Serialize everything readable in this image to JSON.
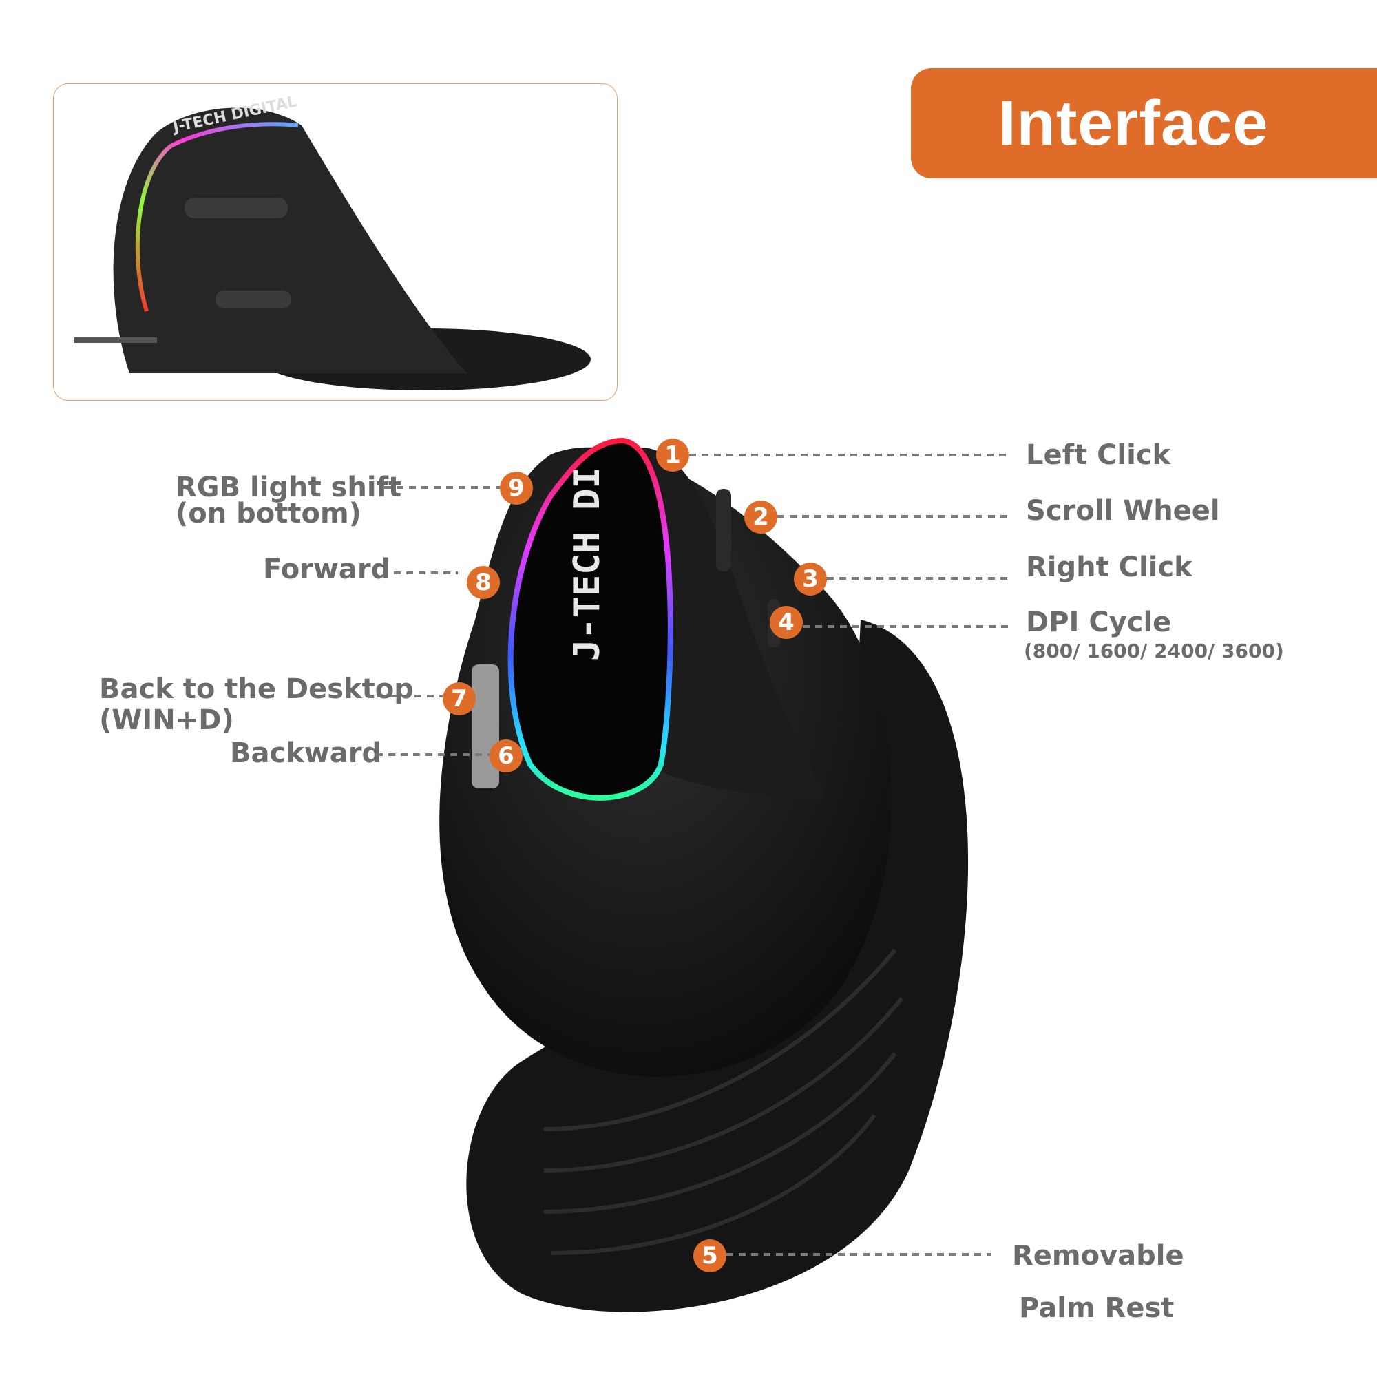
{
  "banner": {
    "title": "Interface",
    "color": "#e06c2a"
  },
  "thumbnail": {
    "logo_text": "J-TECH DIGITAL"
  },
  "mouse": {
    "logo_text": "J-TECH DI"
  },
  "accent_color": "#e06c2a",
  "callouts": [
    {
      "number": "1",
      "label": "Left Click"
    },
    {
      "number": "2",
      "label": "Scroll Wheel"
    },
    {
      "number": "3",
      "label": "Right Click"
    },
    {
      "number": "4",
      "label": "DPI Cycle",
      "sublabel": "(800/ 1600/ 2400/ 3600)"
    },
    {
      "number": "5",
      "label": "Removable",
      "sublabel": "Palm Rest"
    },
    {
      "number": "6",
      "label": "Backward"
    },
    {
      "number": "7",
      "label": "Back to the Desktop",
      "sublabel": "(WIN+D)"
    },
    {
      "number": "8",
      "label": "Forward"
    },
    {
      "number": "9",
      "label": "RGB light shift",
      "sublabel": "(on bottom)"
    }
  ]
}
